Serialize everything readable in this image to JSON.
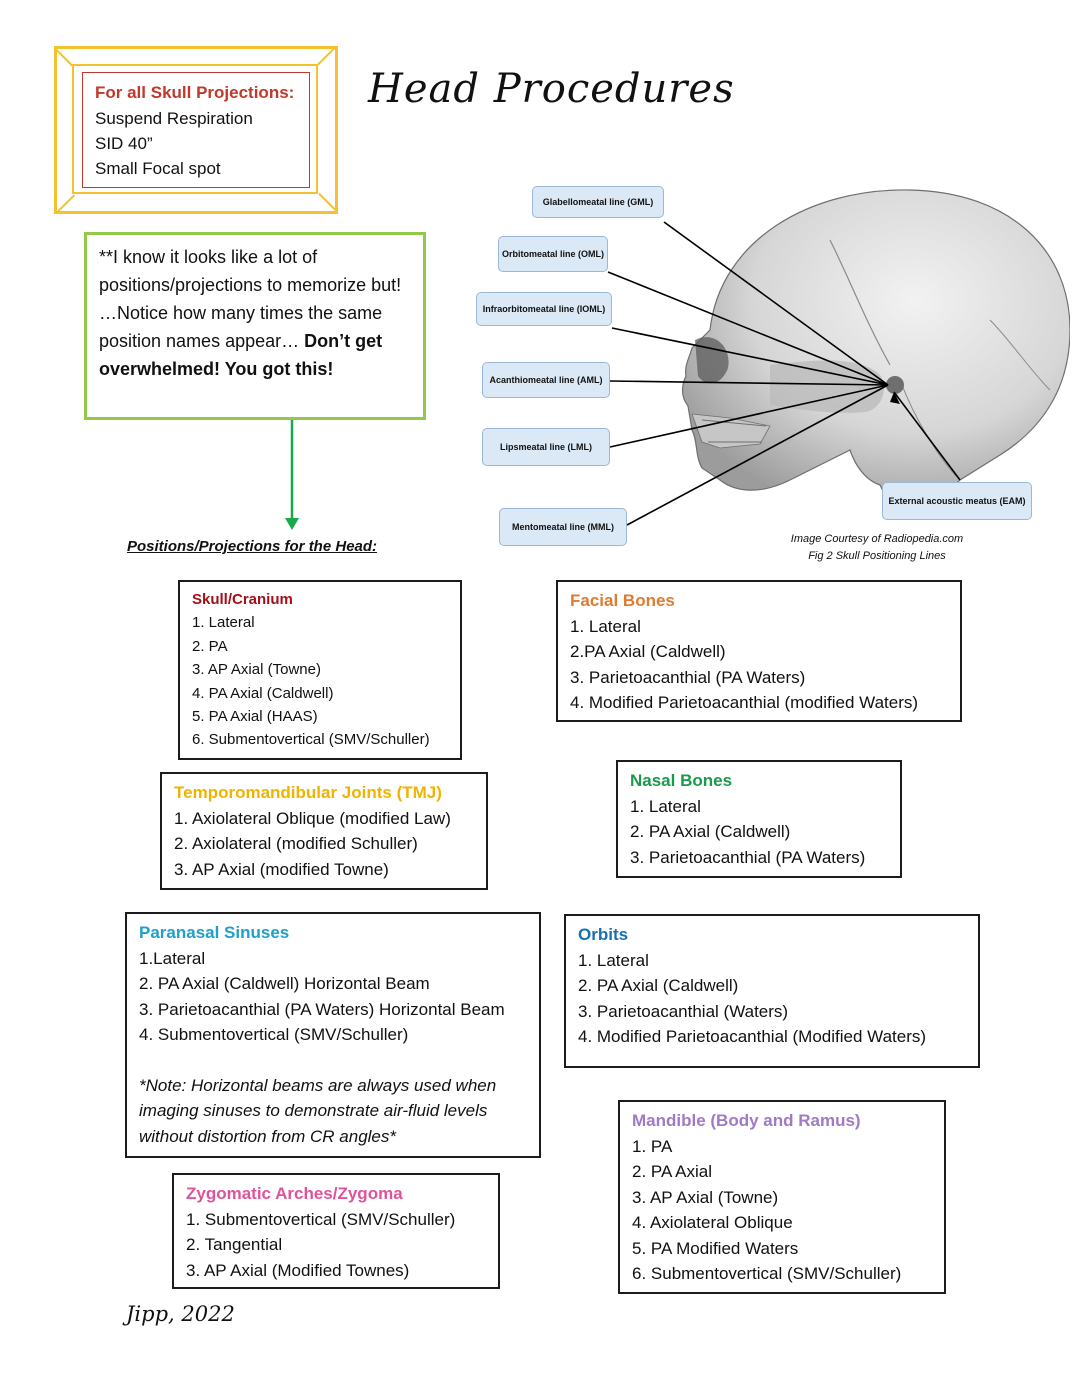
{
  "title": "Head Procedures",
  "all_skull": {
    "heading": "For all Skull Projections:",
    "lines": [
      "Suspend Respiration",
      "SID 40”",
      "Small Focal spot"
    ]
  },
  "note": {
    "text": "**I know it looks like a lot of positions/projections to memorize but! …Notice how many times the same position names appear…",
    "emphasis": "Don’t get overwhelmed! You got this!"
  },
  "diagram": {
    "labels": [
      "Glabellomeatal line (GML)",
      "Orbitomeatal line (OML)",
      "Infraorbitomeatal line (IOML)",
      "Acanthiomeatal line (AML)",
      "Lipsmeatal line (LML)",
      "Mentomeatal line (MML)",
      "External acoustic meatus (EAM)"
    ],
    "credit_1": "Image Courtesy of Radiopedia.com",
    "credit_2": "Fig 2 Skull Positioning Lines"
  },
  "section_heading": "Positions/Projections for the Head:",
  "colors": {
    "skull": "#a50f1a",
    "facial": "#e07b30",
    "tmj": "#f0b400",
    "nasal": "#1a9a4a",
    "sinus": "#1fa0c8",
    "orbits": "#1a6fb0",
    "mandible": "#a07ac4",
    "zygoma": "#e0539a"
  },
  "skull_cranium": {
    "title": "Skull/Cranium",
    "items": [
      "1. Lateral",
      "2. PA",
      "3. AP Axial (Towne)",
      "4. PA Axial (Caldwell)",
      "5. PA Axial (HAAS)",
      "6. Submentovertical (SMV/Schuller)"
    ]
  },
  "facial_bones": {
    "title": "Facial Bones",
    "items": [
      "1. Lateral",
      "2.PA Axial (Caldwell)",
      "3. Parietoacanthial (PA Waters)",
      "4. Modified Parietoacanthial (modified Waters)"
    ]
  },
  "tmj": {
    "title": "Temporomandibular Joints (TMJ)",
    "items": [
      "1. Axiolateral Oblique (modified Law)",
      "2. Axiolateral (modified Schuller)",
      "3. AP Axial (modified Towne)"
    ]
  },
  "nasal_bones": {
    "title": "Nasal Bones",
    "items": [
      "1. Lateral",
      "2. PA Axial (Caldwell)",
      "3. Parietoacanthial (PA Waters)"
    ]
  },
  "paranasal_sinuses": {
    "title": "Paranasal Sinuses",
    "items": [
      "1.Lateral",
      "2. PA Axial (Caldwell) Horizontal Beam",
      "3. Parietoacanthial (PA Waters) Horizontal Beam",
      "4. Submentovertical (SMV/Schuller)"
    ],
    "note": "*Note: Horizontal beams are always used when imaging sinuses to demonstrate air-fluid levels without distortion from CR angles*"
  },
  "orbits": {
    "title": "Orbits",
    "items": [
      "1. Lateral",
      "2. PA Axial (Caldwell)",
      "3. Parietoacanthial (Waters)",
      "4. Modified Parietoacanthial (Modified Waters)"
    ]
  },
  "mandible": {
    "title": "Mandible (Body and Ramus)",
    "items": [
      "1. PA",
      "2. PA Axial",
      "3. AP Axial (Towne)",
      "4. Axiolateral Oblique",
      "5. PA Modified Waters",
      "6. Submentovertical (SMV/Schuller)"
    ]
  },
  "zygoma": {
    "title": "Zygomatic Arches/Zygoma",
    "items": [
      "1. Submentovertical (SMV/Schuller)",
      "2. Tangential",
      "3. AP Axial (Modified Townes)"
    ]
  },
  "signature": "Jipp, 2022"
}
